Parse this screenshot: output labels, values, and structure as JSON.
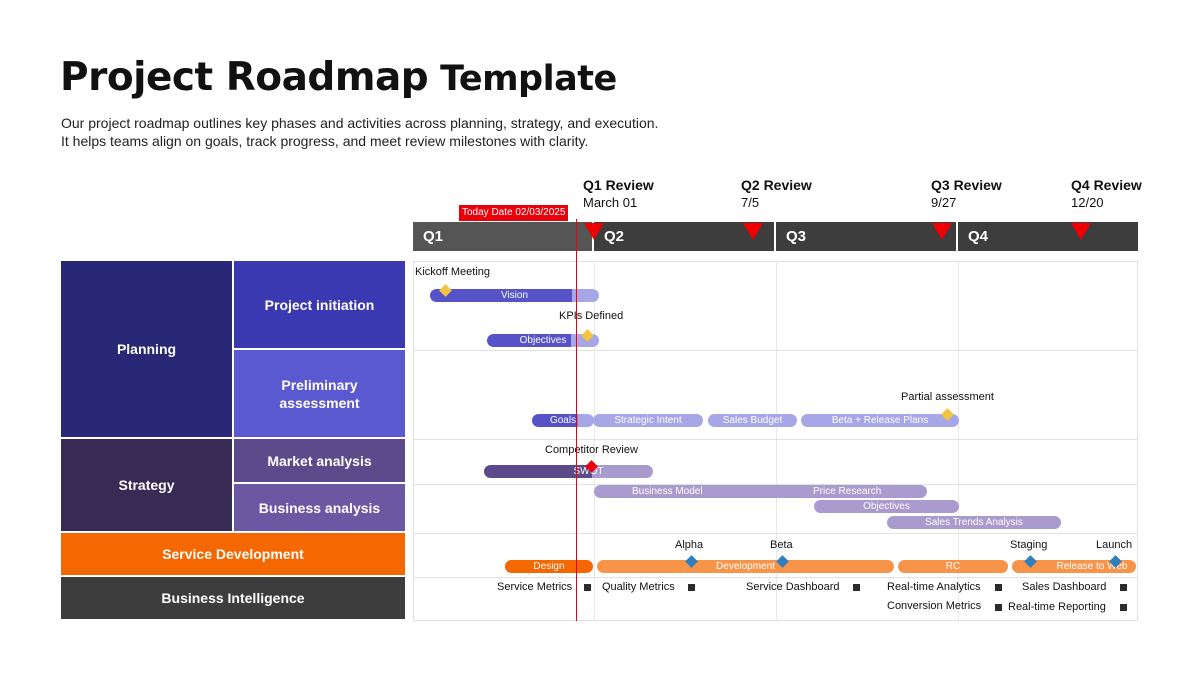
{
  "header": {
    "title_bold": "Project Roadmap",
    "title_light": "Template",
    "subtitle_1": "Our project roadmap outlines key phases and activities across planning, strategy, and execution.",
    "subtitle_2": "It helps teams align on goals, track progress, and meet review milestones with clarity."
  },
  "reviews": [
    {
      "name": "Q1 Review",
      "date": "March 01"
    },
    {
      "name": "Q2 Review",
      "date": "7/5"
    },
    {
      "name": "Q3 Review",
      "date": "9/27"
    },
    {
      "name": "Q4 Review",
      "date": "12/20"
    }
  ],
  "today_label": "Today Date 02/03/2025",
  "quarters": [
    "Q1",
    "Q2",
    "Q3",
    "Q4"
  ],
  "rows": {
    "planning": "Planning",
    "project_initiation": "Project initiation",
    "preliminary_assessment": "Preliminary assessment",
    "strategy": "Strategy",
    "market_analysis": "Market analysis",
    "business_analysis": "Business analysis",
    "service_development": "Service Development",
    "business_intelligence": "Business Intelligence"
  },
  "bars": {
    "vision": "Vision",
    "objectives_1": "Objectives",
    "goals": "Goals",
    "strategic_intent": "Strategic Intent",
    "sales_budget": "Sales Budget",
    "beta_release_plans": "Beta + Release Plans",
    "swot": "SWOT",
    "business_model": "Business Model",
    "price_research": "Price Research",
    "objectives_2": "Objectives",
    "sales_trends": "Sales Trends Analysis",
    "design": "Design",
    "development": "Development",
    "rc": "RC",
    "release_to_web": "Release to Web"
  },
  "milestones": {
    "kickoff": "Kickoff Meeting",
    "kpis": "KPIs Defined",
    "partial": "Partial assessment",
    "competitor": "Competitor Review",
    "alpha": "Alpha",
    "beta": "Beta",
    "staging": "Staging",
    "launch": "Launch"
  },
  "deliverables": {
    "service_metrics": "Service Metrics",
    "quality_metrics": "Quality Metrics",
    "service_dashboard": "Service Dashboard",
    "realtime_analytics": "Real-time Analytics",
    "sales_dashboard": "Sales Dashboard",
    "conversion_metrics": "Conversion Metrics",
    "realtime_reporting": "Real-time Reporting"
  },
  "colors": {
    "planning": "#282876",
    "project_initiation": "#3b39b2",
    "preliminary_assessment": "#5b59cf",
    "strategy": "#372a55",
    "subrow_strategy": "#5c4b8a",
    "service_development": "#f56700",
    "business_intelligence": "#3d3d3d",
    "today": "#e8000b",
    "milestone": "#f2c43f"
  }
}
